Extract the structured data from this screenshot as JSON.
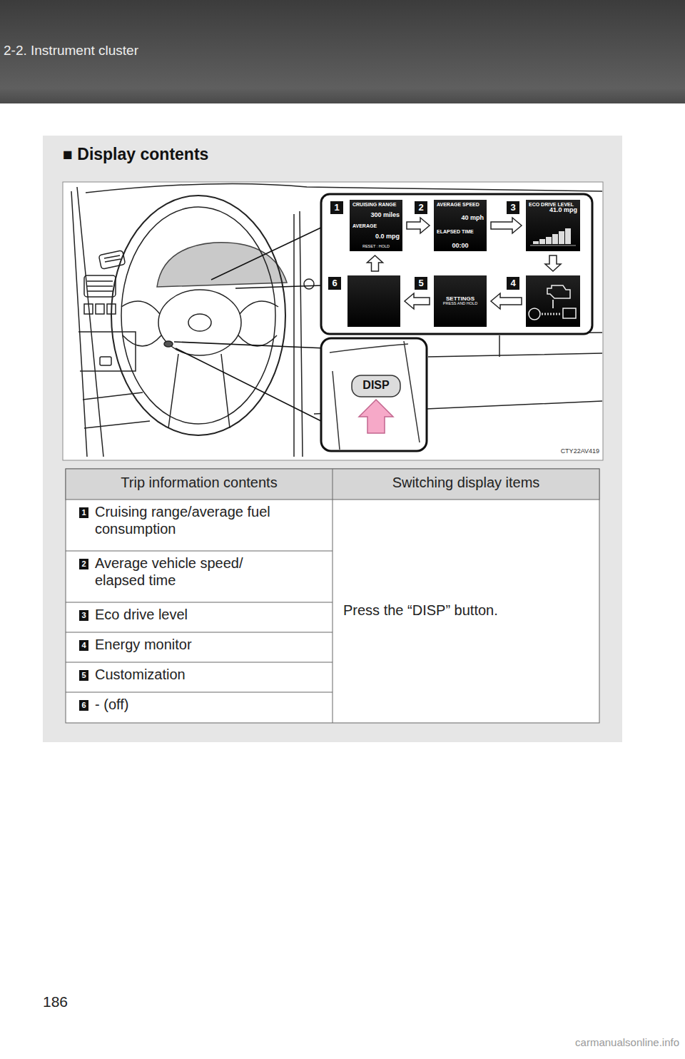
{
  "diagram": {
    "title": "■ Display contents",
    "nodes": [
      {
        "text": [
          "1",
          "CRUISING RANGE",
          "300 miles",
          "AVERAGE",
          "0.0 mpg",
          "RESET : HOLD"
        ]
      },
      {
        "text": [
          "2",
          "AVERAGE SPEED",
          "40 mph",
          "ELAPSED TIME",
          "00:00"
        ]
      },
      {
        "text": [
          "3",
          "ECO DRIVE LEVEL",
          "41.0 mpg"
        ]
      },
      {
        "text": [
          "4"
        ]
      },
      {
        "text": [
          "5",
          "SETTINGS",
          "PRESS AND HOLD"
        ]
      },
      {
        "text": [
          "6"
        ]
      }
    ],
    "edges": [
      {
        "from": 0,
        "to": 1,
        "arrow": "to"
      },
      {
        "from": 1,
        "to": 2,
        "arrow": "to"
      },
      {
        "from": 2,
        "to": 3,
        "arrow": "to"
      },
      {
        "from": 3,
        "to": 4,
        "arrow": "to"
      },
      {
        "from": 4,
        "to": 5,
        "arrow": "to"
      },
      {
        "from": 5,
        "to": 0,
        "arrow": "to"
      }
    ],
    "labels": [
      "2-2. Instrument cluster",
      "DISP",
      "CTY22AV419",
      "Trip information contents",
      "Switching display items",
      "1",
      "Cruising range/average fuel consumption",
      "2",
      "Average vehicle speed/ elapsed time",
      "3",
      "Eco drive level",
      "4",
      "Energy monitor",
      "5",
      "Customization",
      "6",
      "- (off)",
      "Press the “DISP” button.",
      "186",
      "carmanualsonline.info"
    ]
  }
}
